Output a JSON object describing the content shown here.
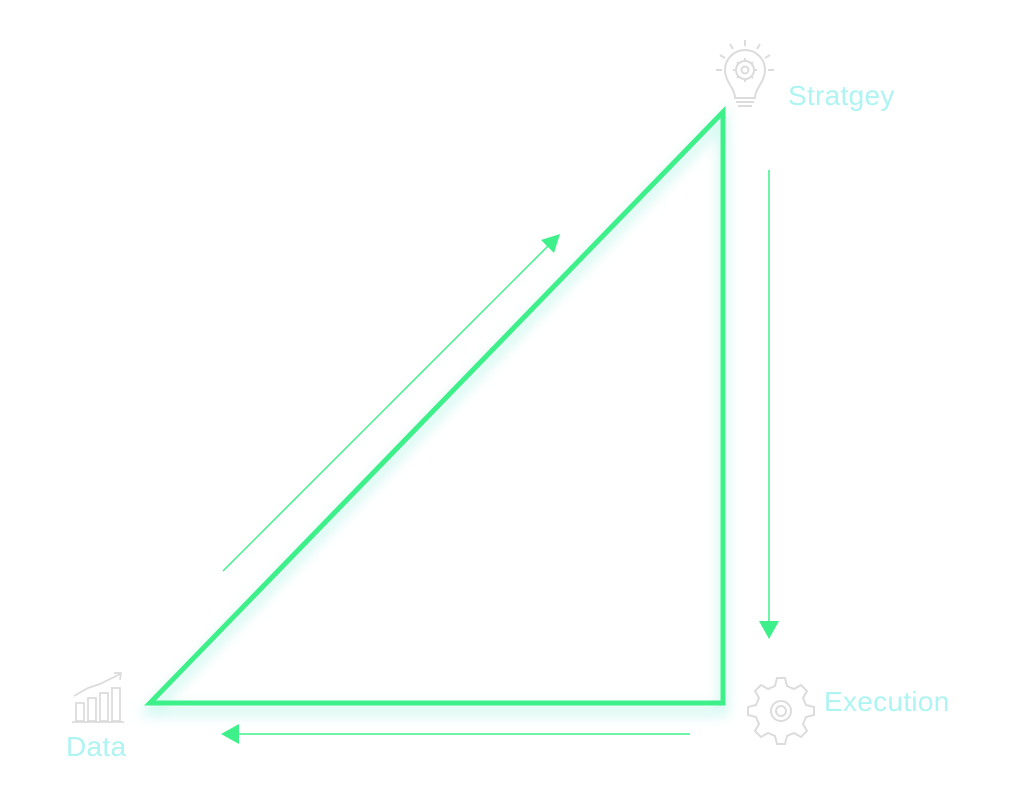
{
  "nodes": {
    "strategy": {
      "label": "Stratgey",
      "icon": "lightbulb-gear-icon"
    },
    "execution": {
      "label": "Execution",
      "icon": "gear-icon"
    },
    "data": {
      "label": "Data",
      "icon": "bar-chart-growth-icon"
    }
  },
  "colors": {
    "triangle": "#3ef08a",
    "arrow": "#3ef08a",
    "label": "#aef4f2",
    "icon": "#dcdcdc",
    "glow": "#bff5ea"
  }
}
